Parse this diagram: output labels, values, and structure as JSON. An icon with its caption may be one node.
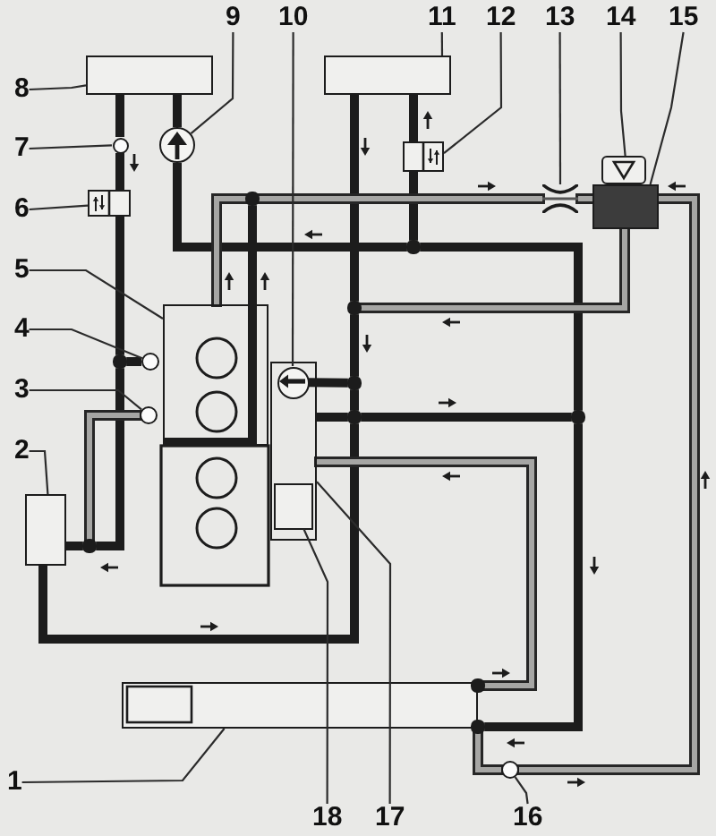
{
  "diagram": {
    "nodes": [
      {
        "text": [
          "9"
        ]
      },
      {
        "text": [
          "10"
        ]
      },
      {
        "text": [
          "11"
        ]
      },
      {
        "text": [
          "12"
        ]
      },
      {
        "text": [
          "13"
        ]
      },
      {
        "text": [
          "14"
        ]
      },
      {
        "text": [
          "15"
        ]
      },
      {
        "text": [
          "8"
        ]
      },
      {
        "text": [
          "7"
        ]
      },
      {
        "text": [
          "6"
        ]
      },
      {
        "text": [
          "5"
        ]
      },
      {
        "text": [
          "4"
        ]
      },
      {
        "text": [
          "3"
        ]
      },
      {
        "text": [
          "2"
        ]
      },
      {
        "text": [
          "1"
        ]
      },
      {
        "text": [
          "18"
        ]
      },
      {
        "text": [
          "17"
        ]
      },
      {
        "text": [
          "16"
        ]
      },
      {
        "text": [],
        "shape": "box"
      },
      {
        "text": [],
        "shape": "circle",
        "in": 18
      },
      {
        "text": [],
        "shape": "box",
        "in": 18
      },
      {
        "text": [],
        "shape": "circle"
      },
      {
        "text": [],
        "shape": "box"
      },
      {
        "text": [],
        "shape": "box"
      },
      {
        "text": [],
        "shape": "cross"
      },
      {
        "text": [],
        "shape": "box"
      },
      {
        "text": [],
        "shape": "box"
      },
      {
        "text": [],
        "shape": "box"
      },
      {
        "text": [],
        "shape": "circle"
      },
      {
        "text": [],
        "shape": "box"
      },
      {
        "text": [],
        "shape": "box"
      },
      {
        "text": [],
        "shape": "circle"
      },
      {
        "text": [],
        "shape": "circle"
      },
      {
        "text": [],
        "shape": "box"
      },
      {
        "text": [],
        "shape": "box"
      },
      {
        "text": [],
        "shape": "circle"
      },
      {
        "text": [],
        "shape": "dot"
      },
      {
        "text": [],
        "shape": "dot"
      },
      {
        "text": [],
        "shape": "dot"
      },
      {
        "text": [],
        "shape": "dot"
      },
      {
        "text": [],
        "shape": "dot"
      },
      {
        "text": [],
        "shape": "dot"
      },
      {
        "text": [],
        "shape": "dot"
      },
      {
        "text": [],
        "shape": "dot"
      },
      {
        "text": [],
        "shape": "dot"
      },
      {
        "text": [],
        "shape": "dot"
      }
    ],
    "edges": [
      {
        "from": 0,
        "to": 21,
        "arrow": "none"
      },
      {
        "from": 1,
        "to": 19,
        "arrow": "none"
      },
      {
        "from": 2,
        "to": 22,
        "arrow": "none"
      },
      {
        "from": 3,
        "to": 23,
        "arrow": "none"
      },
      {
        "from": 4,
        "to": 24,
        "arrow": "none"
      },
      {
        "from": 5,
        "to": 25,
        "arrow": "none"
      },
      {
        "from": 6,
        "to": 26,
        "arrow": "none"
      },
      {
        "from": 7,
        "to": 27,
        "arrow": "none"
      },
      {
        "from": 8,
        "to": 28,
        "arrow": "none"
      },
      {
        "from": 9,
        "to": 29,
        "arrow": "none"
      },
      {
        "from": 10,
        "to": 30,
        "arrow": "none"
      },
      {
        "from": 11,
        "to": 31,
        "arrow": "none"
      },
      {
        "from": 12,
        "to": 32,
        "arrow": "none"
      },
      {
        "from": 13,
        "to": 33,
        "arrow": "none"
      },
      {
        "from": 14,
        "to": 34,
        "arrow": "none"
      },
      {
        "from": 15,
        "to": 20,
        "arrow": "none"
      },
      {
        "from": 16,
        "to": 18,
        "arrow": "none"
      },
      {
        "from": 17,
        "to": 35,
        "arrow": "none"
      },
      {
        "from": 27,
        "to": 28,
        "arrow": "none"
      },
      {
        "from": 28,
        "to": 29,
        "arrow": "none"
      },
      {
        "from": 29,
        "to": 36,
        "arrow": "none"
      },
      {
        "from": 36,
        "to": 31,
        "arrow": "none"
      },
      {
        "from": 36,
        "to": 37,
        "arrow": "none"
      },
      {
        "from": 37,
        "to": 33,
        "arrow": "none"
      },
      {
        "from": 37,
        "to": 32,
        "arrow": "none",
        "color": "#a6a6a4"
      },
      {
        "from": 27,
        "to": 21,
        "arrow": "none"
      },
      {
        "from": 21,
        "to": 38,
        "arrow": "none"
      },
      {
        "from": 22,
        "to": 23,
        "arrow": "none"
      },
      {
        "from": 23,
        "to": 38,
        "arrow": "none"
      },
      {
        "from": 38,
        "to": 39,
        "arrow": "none"
      },
      {
        "from": 39,
        "to": 40,
        "arrow": "none"
      },
      {
        "from": 22,
        "to": 41,
        "arrow": "none"
      },
      {
        "from": 41,
        "to": 42,
        "arrow": "none"
      },
      {
        "from": 42,
        "to": 43,
        "arrow": "none"
      },
      {
        "from": 43,
        "to": 33,
        "arrow": "none"
      },
      {
        "from": 19,
        "to": 42,
        "arrow": "none"
      },
      {
        "from": 18,
        "to": 43,
        "arrow": "none"
      },
      {
        "from": 43,
        "to": 39,
        "arrow": "none"
      },
      {
        "from": 30,
        "to": 44,
        "arrow": "none",
        "color": "#a6a6a4"
      },
      {
        "from": 44,
        "to": 24,
        "arrow": "none",
        "color": "#a6a6a4"
      },
      {
        "from": 24,
        "to": 26,
        "arrow": "none",
        "color": "#a6a6a4"
      },
      {
        "from": 26,
        "to": 35,
        "arrow": "none",
        "color": "#a6a6a4"
      },
      {
        "from": 35,
        "to": 40,
        "arrow": "none",
        "color": "#a6a6a4"
      },
      {
        "from": 26,
        "to": 41,
        "arrow": "none",
        "color": "#a6a6a4"
      },
      {
        "from": 18,
        "to": 45,
        "arrow": "none",
        "color": "#a6a6a4"
      },
      {
        "from": 44,
        "to": 30,
        "arrow": "none"
      }
    ]
  }
}
